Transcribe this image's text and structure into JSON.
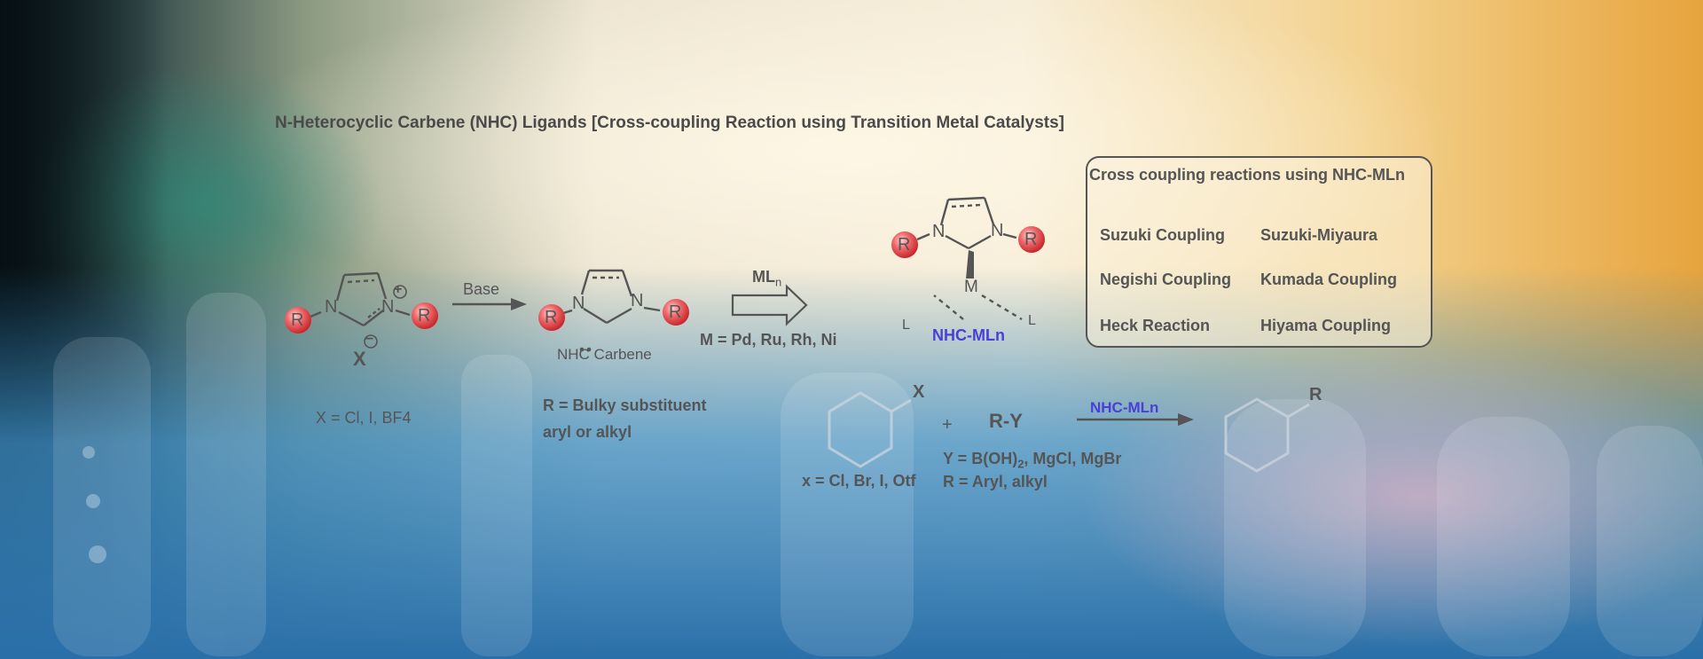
{
  "title": "N-Heterocyclic Carbene (NHC) Ligands [Cross-coupling Reaction using Transition Metal Catalysts]",
  "colors": {
    "text": "#555555",
    "accent": "#4a3fd6",
    "bead": "#e4474b"
  },
  "scheme": {
    "salt": {
      "r_left": "R",
      "r_right": "R",
      "n1": "N",
      "n2": "N",
      "plus": "+",
      "anion": "X",
      "minus": "−",
      "caption": "X = Cl, I, BF4"
    },
    "base_label": "Base",
    "carbene": {
      "r_left": "R",
      "r_right": "R",
      "n1": "N",
      "n2": "N",
      "label": "NHC Carbene",
      "caption_line1": "R = Bulky substituent",
      "caption_line2": "aryl or alkyl"
    },
    "reagent": {
      "ml": "ML",
      "sub": "n",
      "metals": "M = Pd, Ru, Rh, Ni"
    },
    "complex": {
      "r_left": "R",
      "r_right": "R",
      "n1": "N",
      "n2": "N",
      "metal": "M",
      "l_left": "L",
      "l_right": "L",
      "label": "NHC-MLn"
    }
  },
  "box": {
    "title": "Cross coupling reactions using NHC-MLn",
    "items": [
      "Suzuki Coupling",
      "Suzuki-Miyaura",
      "Negishi Coupling",
      "Kumada Coupling",
      "Heck Reaction",
      "Hiyama Coupling"
    ]
  },
  "coupling": {
    "aryl_x": "X",
    "plus": "+",
    "ry": "R-Y",
    "arrow_label": "NHC-MLn",
    "product_r": "R",
    "x_caption": "x = Cl, Br, I, Otf",
    "y_caption_pre": "Y = B(OH)",
    "y_caption_sub": "2",
    "y_caption_post": ", MgCl, MgBr",
    "r_caption": "R = Aryl, alkyl"
  }
}
